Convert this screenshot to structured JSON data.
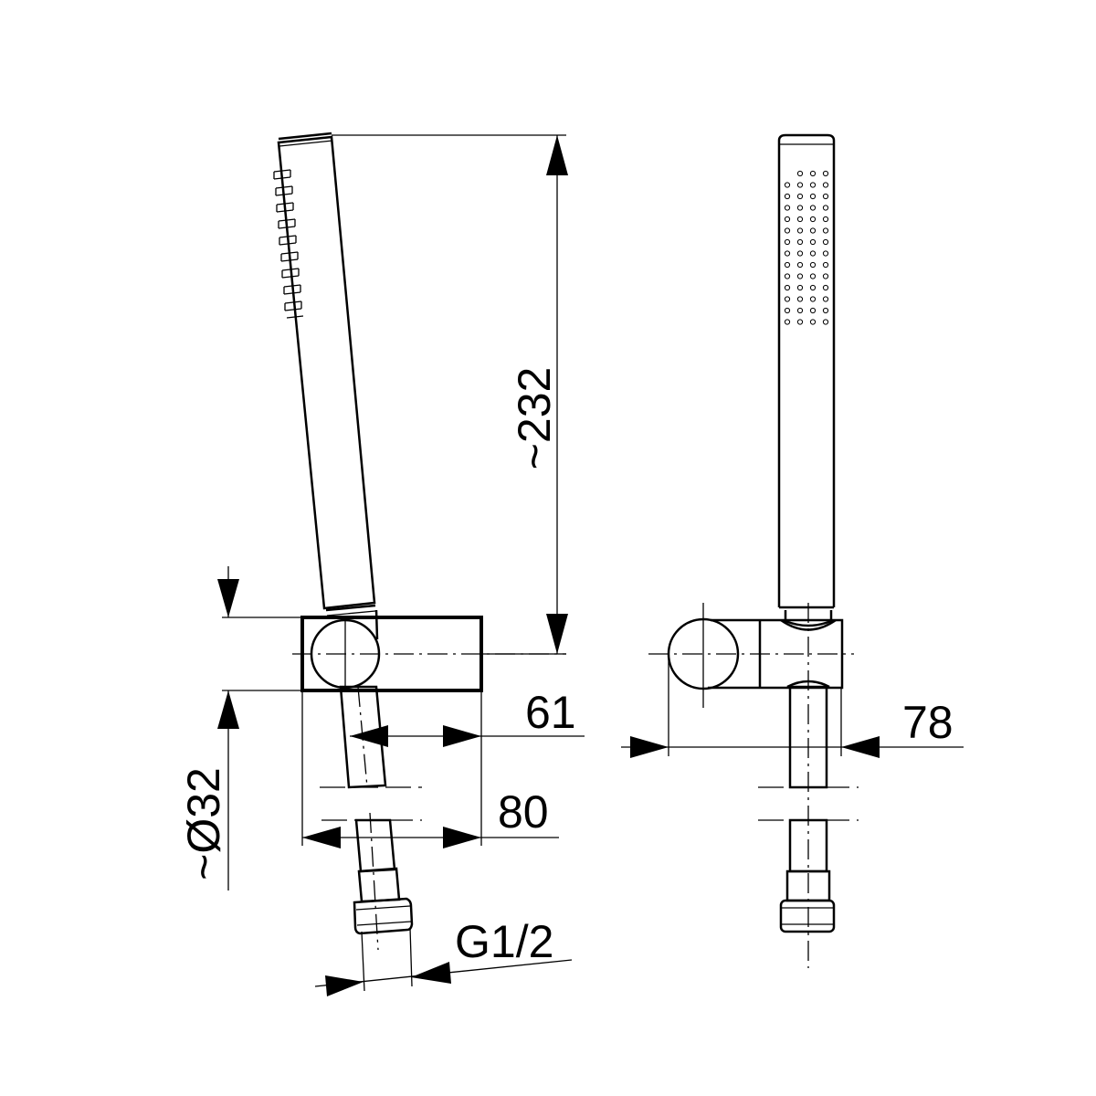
{
  "drawing": {
    "title": "Hand shower set with wall bracket – dimensional drawing",
    "dimensions": {
      "height": "~232",
      "diameter": "~Ø32",
      "depth_hose": "61",
      "depth_bracket": "80",
      "thread": "G1/2",
      "width_front": "78"
    }
  }
}
